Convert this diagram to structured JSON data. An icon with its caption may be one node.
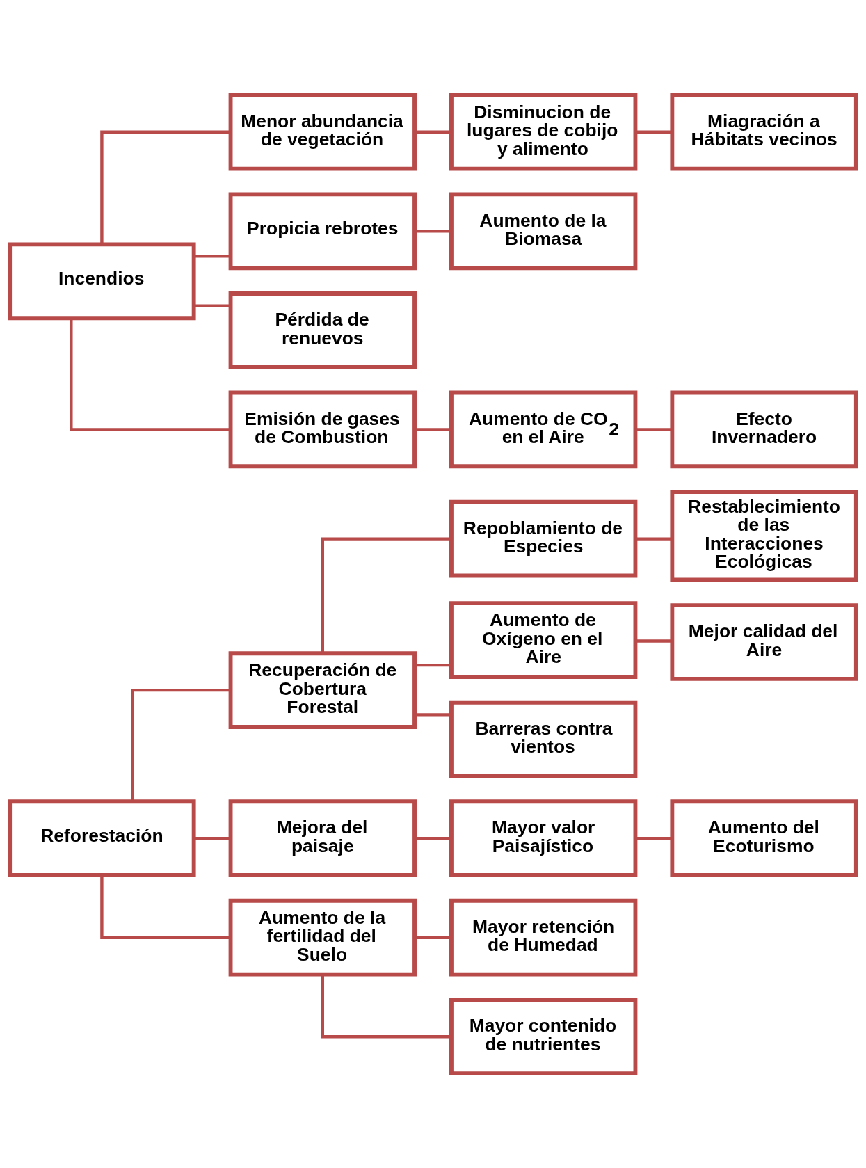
{
  "diagram": {
    "nodes": [
      {
        "text": [
          "Reforestación"
        ]
      },
      {
        "text": [
          "Recuperación de Cobertura Forestal"
        ]
      },
      {
        "text": [
          "Repoblamiento de Especies"
        ]
      },
      {
        "text": [
          "Restablecimiento de las Interacciones Ecológicas"
        ]
      },
      {
        "text": [
          "Aumento de Oxígeno en el Aire"
        ]
      },
      {
        "text": [
          "Mejor calidad del Aire"
        ]
      },
      {
        "text": [
          "Barreras contra vientos"
        ]
      },
      {
        "text": [
          "Mejora del paisaje"
        ]
      },
      {
        "text": [
          "Mayor valor Paisajístico"
        ]
      },
      {
        "text": [
          "Aumento del Ecoturismo"
        ]
      },
      {
        "text": [
          "Aumento de la fertilidad del Suelo"
        ]
      },
      {
        "text": [
          "Mayor retención de Humedad"
        ]
      },
      {
        "text": [
          "Mayor contenido de nutrientes"
        ]
      },
      {
        "text": [
          "Incendios"
        ]
      },
      {
        "text": [
          "Menor abundancia de vegetación"
        ]
      },
      {
        "text": [
          "Disminucion de lugares de cobijo y alimento"
        ]
      },
      {
        "text": [
          "Miagración a Hábitats vecinos"
        ]
      },
      {
        "text": [
          "Propicia rebrotes"
        ]
      },
      {
        "text": [
          "Aumento de la Biomasa"
        ]
      },
      {
        "text": [
          "Pérdida de renuevos"
        ]
      },
      {
        "text": [
          "Emisión de gases de Combustion"
        ]
      },
      {
        "text": [
          "Aumento de CO$_{2}$ en el Aire"
        ]
      },
      {
        "text": [
          "Efecto Invernadero"
        ]
      }
    ],
    "edges": [
      {
        "from": 0,
        "to": 1,
        "arrow": "none"
      },
      {
        "from": 0,
        "to": 7,
        "arrow": "none"
      },
      {
        "from": 0,
        "to": 10,
        "arrow": "none"
      },
      {
        "from": 1,
        "to": 2,
        "arrow": "none"
      },
      {
        "from": 1,
        "to": 4,
        "arrow": "none"
      },
      {
        "from": 1,
        "to": 6,
        "arrow": "none"
      },
      {
        "from": 2,
        "to": 3,
        "arrow": "none"
      },
      {
        "from": 4,
        "to": 5,
        "arrow": "none"
      },
      {
        "from": 7,
        "to": 8,
        "arrow": "none"
      },
      {
        "from": 8,
        "to": 9,
        "arrow": "none"
      },
      {
        "from": 10,
        "to": 11,
        "arrow": "none"
      },
      {
        "from": 10,
        "to": 12,
        "arrow": "none"
      },
      {
        "from": 13,
        "to": 14,
        "arrow": "none"
      },
      {
        "from": 13,
        "to": 17,
        "arrow": "none"
      },
      {
        "from": 13,
        "to": 19,
        "arrow": "none"
      },
      {
        "from": 13,
        "to": 20,
        "arrow": "none"
      },
      {
        "from": 14,
        "to": 15,
        "arrow": "none"
      },
      {
        "from": 15,
        "to": 16,
        "arrow": "none"
      },
      {
        "from": 17,
        "to": 18,
        "arrow": "none"
      },
      {
        "from": 20,
        "to": 21,
        "arrow": "none"
      },
      {
        "from": 21,
        "to": 22,
        "arrow": "none"
      }
    ]
  }
}
